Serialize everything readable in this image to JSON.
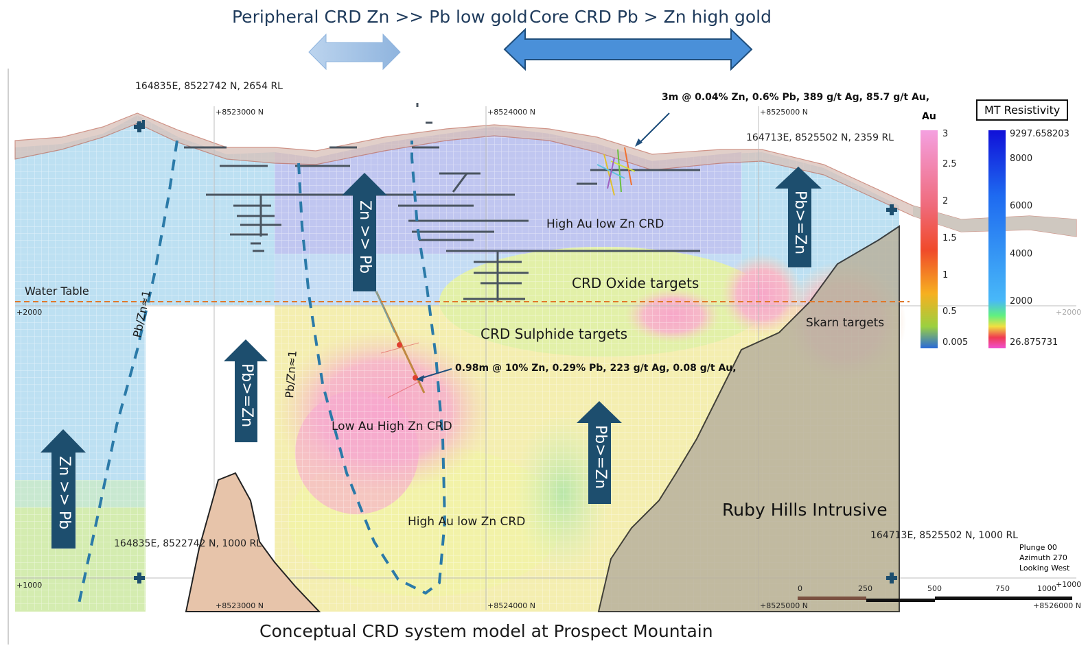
{
  "header": {
    "peripheral": "Peripheral CRD Zn >> Pb low gold",
    "core": "Core CRD Pb > Zn high gold"
  },
  "coords": {
    "top_left": "164835E, 8522742 N, 2654 RL",
    "top_right": "164713E, 8525502 N, 2359 RL",
    "bottom_left": "164835E, 8522742 N, 1000 RL",
    "bottom_right": "164713E, 8525502 N, 1000 RL"
  },
  "northings": {
    "top": [
      "+8523000 N",
      "+8524000 N",
      "+8525000 N"
    ],
    "bottom": [
      "+8523000 N",
      "+8524000 N",
      "+8525000 N",
      "+8526000 N"
    ]
  },
  "rl": {
    "r2000": "+2000",
    "r1000": "+1000",
    "r2000_right": "+2000",
    "r1000_right": "+1000"
  },
  "labels": {
    "water_table": "Water Table",
    "high_au_upper": "High Au low Zn CRD",
    "oxide": "CRD Oxide targets",
    "sulphide": "CRD Sulphide targets",
    "skarn": "Skarn targets",
    "low_au": "Low Au High Zn CRD",
    "high_au_lower": "High Au low Zn CRD",
    "intrusive": "Ruby Hills Intrusive",
    "pbzn1_a": "Pb/Zn≈1",
    "pbzn1_b": "Pb/Zn≈1"
  },
  "intercepts": {
    "upper": "3m @ 0.04% Zn, 0.6% Pb, 389 g/t Ag, 85.7 g/t Au,",
    "lower": "0.98m @ 10% Zn, 0.29% Pb, 223 g/t Ag, 0.08 g/t Au,"
  },
  "arrows": {
    "a1": "Zn >> Pb",
    "a2": "Pb>=Zn",
    "a3": "Zn >> Pb",
    "a4": "Pb>=Zn",
    "a5": "Pb>=Zn"
  },
  "legend_au": {
    "title": "Au",
    "ticks": [
      "3",
      "2.5",
      "2",
      "1.5",
      "1",
      "0.5",
      "0.005"
    ]
  },
  "legend_mt": {
    "title": "MT Resistivity",
    "ticks": [
      "9297.658203",
      "8000",
      "6000",
      "4000",
      "2000",
      "26.875731"
    ]
  },
  "view": {
    "plunge": "Plunge 00",
    "azimuth": "Azimuth 270",
    "looking": "Looking West"
  },
  "scale": {
    "ticks": [
      "0",
      "250",
      "500",
      "750",
      "1000"
    ]
  },
  "caption": "Conceptual CRD system model at Prospect Mountain",
  "colors": {
    "arrow_fill": "#1d4e6e",
    "header_arrow_light": "#9dbde0",
    "header_arrow_dark": "#4a90d9",
    "dash_line": "#2b7aa8",
    "water_table": "#e0782a",
    "intrusive": "#b9b29e",
    "intrusion_left": "#e7c4aa"
  }
}
